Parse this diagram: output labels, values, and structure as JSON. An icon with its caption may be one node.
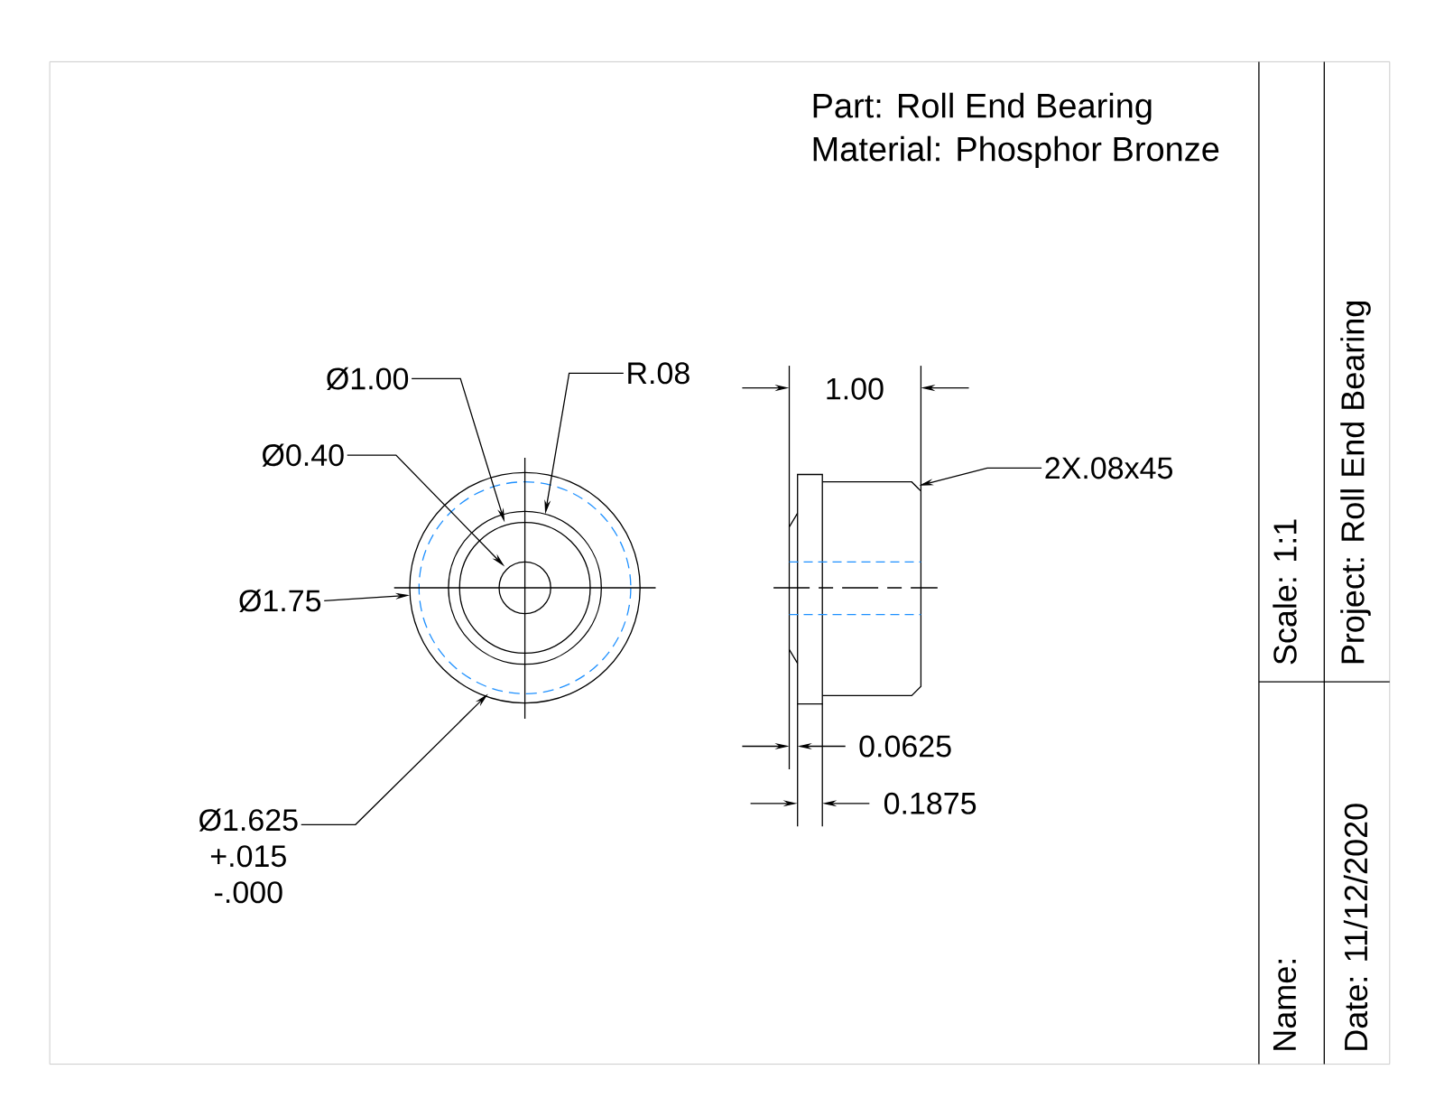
{
  "diagram": {
    "nodes": [
      {
        "text": [
          "Ø1.00"
        ]
      },
      {
        "text": [
          "R.08"
        ]
      },
      {
        "text": [
          "Ø0.40"
        ]
      },
      {
        "text": [
          "Ø1.75"
        ]
      },
      {
        "text": [
          "Ø1.625",
          "+.015",
          "-.000"
        ]
      },
      {
        "text": [
          "2X.08x45"
        ]
      }
    ],
    "edges": [
      {
        "from": 0,
        "to": null,
        "arrow": "to"
      },
      {
        "from": 1,
        "to": null,
        "arrow": "to"
      },
      {
        "from": 2,
        "to": null,
        "arrow": "to"
      },
      {
        "from": 3,
        "to": null,
        "arrow": "to"
      },
      {
        "from": 4,
        "to": null,
        "arrow": "to"
      },
      {
        "from": 5,
        "to": null,
        "arrow": "to"
      }
    ],
    "labels": [
      "Part: Roll End Bearing",
      "Material: Phosphor Bronze",
      "1.00",
      "0.0625",
      "0.1875",
      "Scale: 1:1",
      "Project: Roll End Bearing",
      "Name:",
      "Date: 11/12/2020"
    ]
  }
}
